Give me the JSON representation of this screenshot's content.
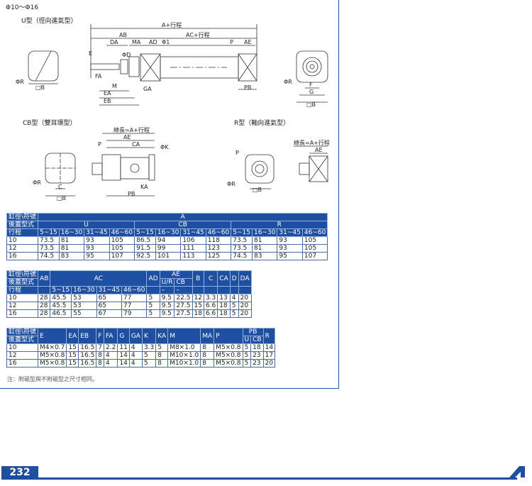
{
  "header": {
    "range": "Φ10～Φ16"
  },
  "sections": {
    "u": "U型（徑向進氣型）",
    "cb": "CB型（雙耳環型）",
    "r": "R型（軸向進氣型）"
  },
  "dims": {
    "u": [
      "A+行程",
      "AB",
      "AC+行程",
      "DA",
      "MA",
      "AD",
      "Φ1",
      "P",
      "AE",
      "E",
      "ΦD",
      "ΦR",
      "□B",
      "FA",
      "M",
      "EA",
      "EB",
      "GA",
      "PB",
      "ΦR",
      "F",
      "G",
      "□B"
    ],
    "cb": [
      "總長=A+行程",
      "AE",
      "P",
      "CA",
      "ΦK",
      "ΦR",
      "C",
      "□B",
      "KA",
      "PB"
    ],
    "r": [
      "總長=A+行程",
      "AE",
      "P",
      "ΦR",
      "□B"
    ]
  },
  "table1": {
    "head1": [
      "缸徑\\符號",
      "A"
    ],
    "head2": [
      "後蓋型式",
      "U",
      "CB",
      "R"
    ],
    "head3": [
      "行程",
      "5~15",
      "16~30",
      "31~45",
      "46~60",
      "5~15",
      "16~30",
      "31~45",
      "46~60",
      "5~15",
      "16~30",
      "31~45",
      "46~60"
    ],
    "rows": [
      [
        "10",
        "73.5",
        "81",
        "93",
        "105",
        "86.5",
        "94",
        "106",
        "118",
        "73.5",
        "81",
        "93",
        "105"
      ],
      [
        "12",
        "73.5",
        "81",
        "93",
        "105",
        "91.5",
        "99",
        "111",
        "123",
        "73.5",
        "81",
        "93",
        "105"
      ],
      [
        "16",
        "74.5",
        "83",
        "95",
        "107",
        "92.5",
        "101",
        "113",
        "125",
        "74.5",
        "83",
        "95",
        "107"
      ]
    ]
  },
  "table2": {
    "head1": [
      "缸徑\\符號",
      "AB",
      "AC",
      "AD",
      "AE",
      "B",
      "C",
      "CA",
      "D",
      "DA"
    ],
    "head2": [
      "後蓋型式",
      "U/R",
      "CB"
    ],
    "head3": [
      "行程",
      "5~15",
      "16~30",
      "31~45",
      "46~60",
      "–",
      "–"
    ],
    "rows": [
      [
        "10",
        "28",
        "45.5",
        "53",
        "65",
        "77",
        "5",
        "9.5",
        "22.5",
        "12",
        "3.3",
        "13",
        "4",
        "20"
      ],
      [
        "12",
        "28",
        "45.5",
        "53",
        "65",
        "77",
        "5",
        "9.5",
        "27.5",
        "15",
        "6.6",
        "18",
        "5",
        "20"
      ],
      [
        "16",
        "28",
        "46.5",
        "55",
        "67",
        "79",
        "5",
        "9.5",
        "27.5",
        "18",
        "6.6",
        "18",
        "5",
        "20"
      ]
    ]
  },
  "table3": {
    "head1": [
      "缸徑\\符號",
      "E",
      "EA",
      "EB",
      "F",
      "FA",
      "G",
      "GA",
      "K",
      "KA",
      "M",
      "MA",
      "P",
      "PB",
      "R"
    ],
    "head2": [
      "後蓋型式",
      "U",
      "CB"
    ],
    "rows": [
      [
        "10",
        "M4×0.7",
        "15",
        "16.5",
        "7",
        "2.2",
        "11",
        "4",
        "3.3",
        "5",
        "M8×1.0",
        "8",
        "M5×0.8",
        "5",
        "18",
        "14"
      ],
      [
        "12",
        "M5×0.8",
        "15",
        "16.5",
        "8",
        "4",
        "14",
        "4",
        "5",
        "8",
        "M10×1.0",
        "8",
        "M5×0.8",
        "5",
        "23",
        "17"
      ],
      [
        "16",
        "M5×0.8",
        "15",
        "16.5",
        "8",
        "4",
        "14",
        "4",
        "5",
        "8",
        "M10×1.0",
        "8",
        "M5×0.8",
        "5",
        "23",
        "20"
      ]
    ]
  },
  "note": "注：附磁型與不附磁型之尺寸相同。",
  "footer": {
    "page": "232"
  }
}
